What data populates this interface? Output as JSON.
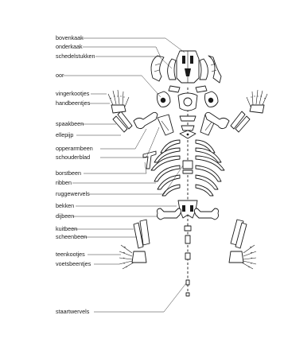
{
  "labels": {
    "bovenkaak": "bovenkaak",
    "onderkaak": "onderkaak",
    "schedelstukken": "schedelstukken",
    "oor": "oor",
    "vingerkootjes": "vingerkootjes",
    "handbeentjes": "handbeentjes",
    "spaakbeen": "spaakbeen",
    "ellepijp": "ellepijp",
    "opperarmbeen": "opperarmbeen",
    "schouderblad": "schouderblad",
    "borstbeen": "borstbeen",
    "ribben": "ribben",
    "ruggewervels": "ruggewervels",
    "bekken": "bekken",
    "dijbeen": "dijbeen",
    "kuitbeen": "kuitbeen",
    "scheenbeen": "scheenbeen",
    "teenkootjes": "teenkootjes",
    "voetsbeentjes": "voetsbeentjes",
    "staartwervels": "staartwervels"
  }
}
